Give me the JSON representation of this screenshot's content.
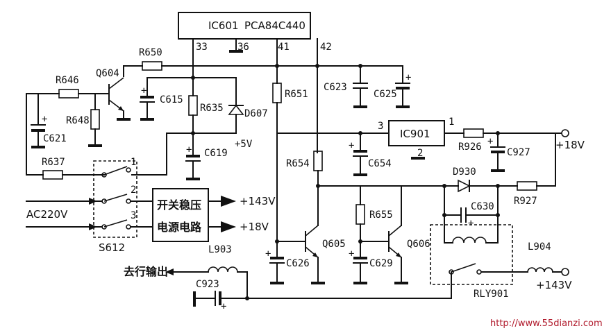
{
  "ic601": {
    "ref": "IC601",
    "part": "PCA84C440",
    "pins": [
      "33",
      "36",
      "41",
      "42"
    ]
  },
  "resistors": [
    "R650",
    "R646",
    "R648",
    "R635",
    "R651",
    "R637",
    "R654",
    "R655",
    "R926",
    "R927"
  ],
  "capacitors": [
    "C615",
    "C621",
    "C619",
    "C623",
    "C625",
    "C654",
    "C927",
    "C630",
    "C626",
    "C629",
    "C923"
  ],
  "transistors": [
    "Q604",
    "Q605",
    "Q606"
  ],
  "diodes": [
    "D607",
    "D930"
  ],
  "ic901": {
    "ref": "IC901",
    "pin_in": "3",
    "pin_out": "1",
    "pin_gnd": "2"
  },
  "switch": "S612",
  "switch_pins": [
    "1",
    "2",
    "3"
  ],
  "inductors": [
    "L903",
    "L904"
  ],
  "relay": "RLY901",
  "psu": {
    "line1": "开关稳压",
    "line2": "电源电路"
  },
  "voltages": {
    "v5": "+5V",
    "v18_top": "+18V",
    "v143": "+143V",
    "v18_psu": "+18V",
    "v143_psu": "+143V",
    "v143_bottom": "+143V"
  },
  "inputs": {
    "ac": "AC220V"
  },
  "outputs": {
    "hout": "去行输出"
  },
  "plus_sign": "+",
  "watermark": "http://www.55dianzi.com"
}
